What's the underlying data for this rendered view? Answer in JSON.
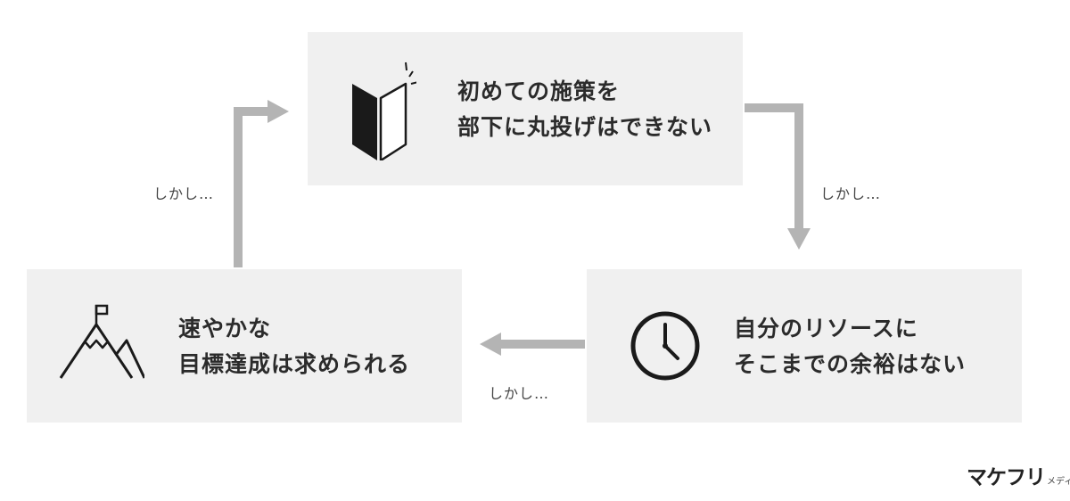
{
  "boxes": {
    "top": {
      "icon": "beginner-mark-icon",
      "lines": [
        "初めての施策を",
        "部下に丸投げはできない"
      ]
    },
    "right": {
      "icon": "clock-icon",
      "lines": [
        "自分のリソースに",
        "そこまでの余裕はない"
      ]
    },
    "left": {
      "icon": "mountain-flag-icon",
      "lines": [
        "速やかな",
        "目標達成は求められる"
      ]
    }
  },
  "captions": {
    "left": "しかし…",
    "right": "しかし…",
    "bottom": "しかし…"
  },
  "colors": {
    "box_fill": "#f0f0f0",
    "arrow": "#b4b4b4",
    "text": "#2b2b2b"
  },
  "logo": {
    "main": "マケフリ",
    "sub": "メディア"
  }
}
